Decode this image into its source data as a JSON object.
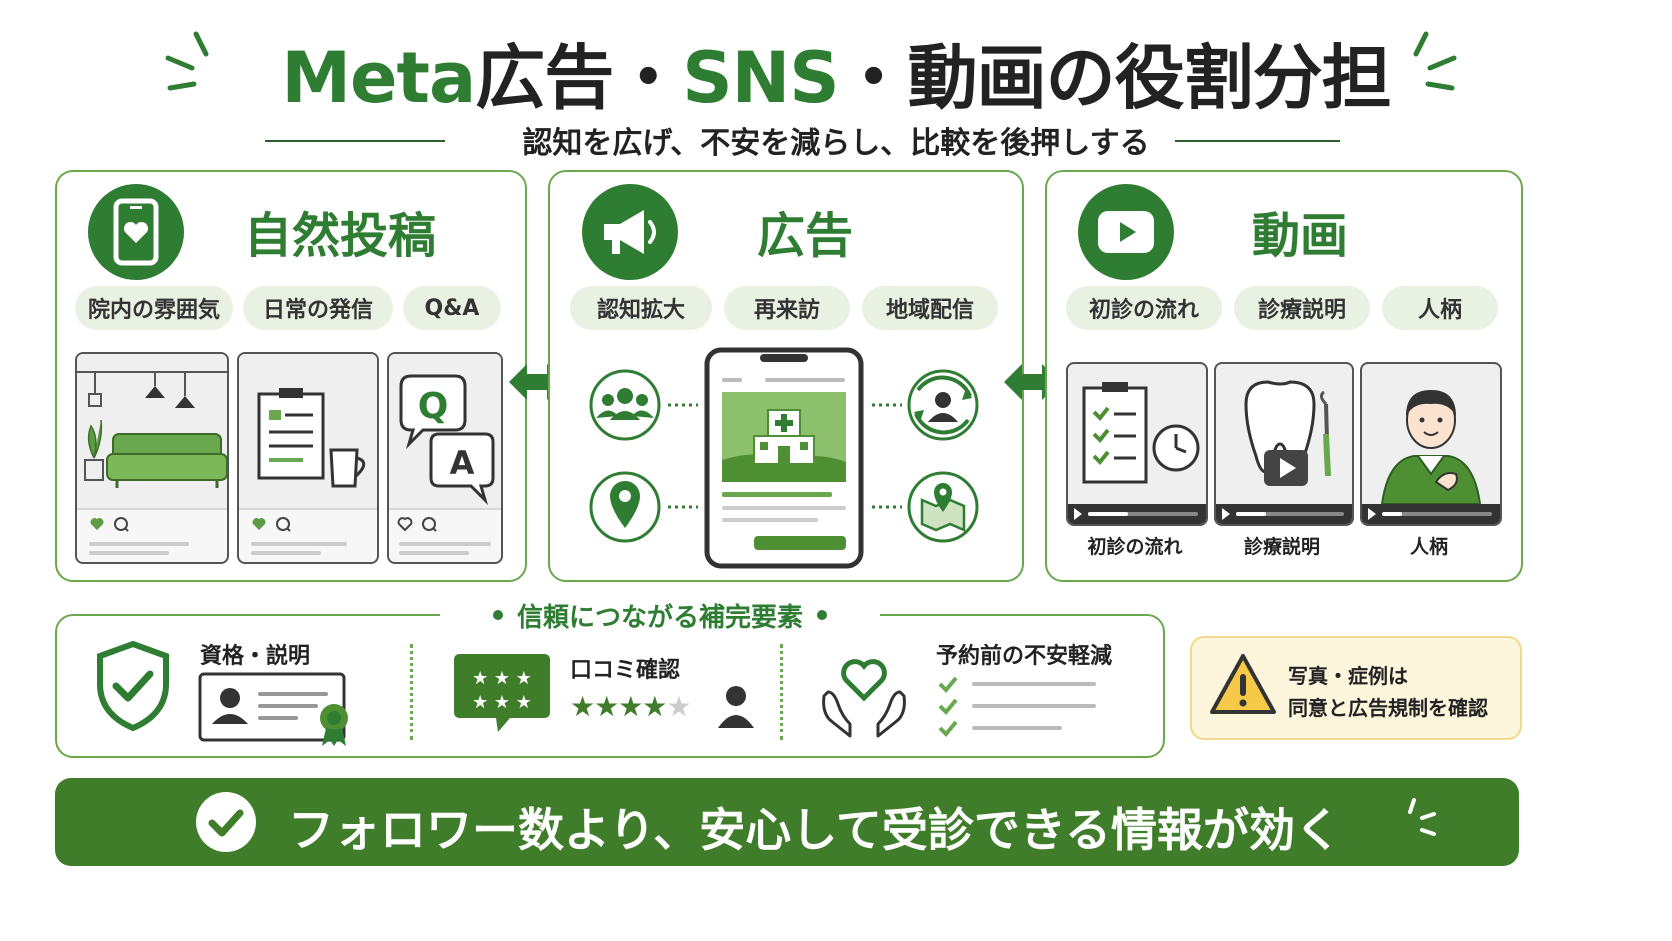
{
  "header": {
    "title_green_1": "Meta",
    "title_dark_1": "広告・",
    "title_green_2": "SNS",
    "title_dark_2": "・動画の役割分担",
    "subtitle": "認知を広げ、不安を減らし、比較を後押しする"
  },
  "panels": [
    {
      "title": "自然投稿",
      "icon": "phone-heart-icon",
      "tags": [
        "院内の雰囲気",
        "日常の発信",
        "Q&A"
      ]
    },
    {
      "title": "広告",
      "icon": "megaphone-icon",
      "tags": [
        "認知拡大",
        "再来訪",
        "地域配信"
      ]
    },
    {
      "title": "動画",
      "icon": "play-icon",
      "tags": [
        "初診の流れ",
        "診療説明",
        "人柄"
      ],
      "captions": [
        "初診の流れ",
        "診療説明",
        "人柄"
      ]
    }
  ],
  "qa": {
    "q": "Q",
    "a": "A"
  },
  "trust": {
    "title": "信頼につながる補完要素",
    "items": [
      "資格・説明",
      "口コミ確認",
      "予約前の不安軽減"
    ]
  },
  "warning": {
    "line1": "写真・症例は",
    "line2": "同意と広告規制を確認"
  },
  "banner": {
    "text": "フォロワー数より、安心して受診できる情報が効く"
  },
  "colors": {
    "brand": "#2e7d32",
    "accent_light": "#e9f1e2",
    "warning_bg": "#fdf6dc",
    "banner_bg": "#3f7d2a"
  }
}
